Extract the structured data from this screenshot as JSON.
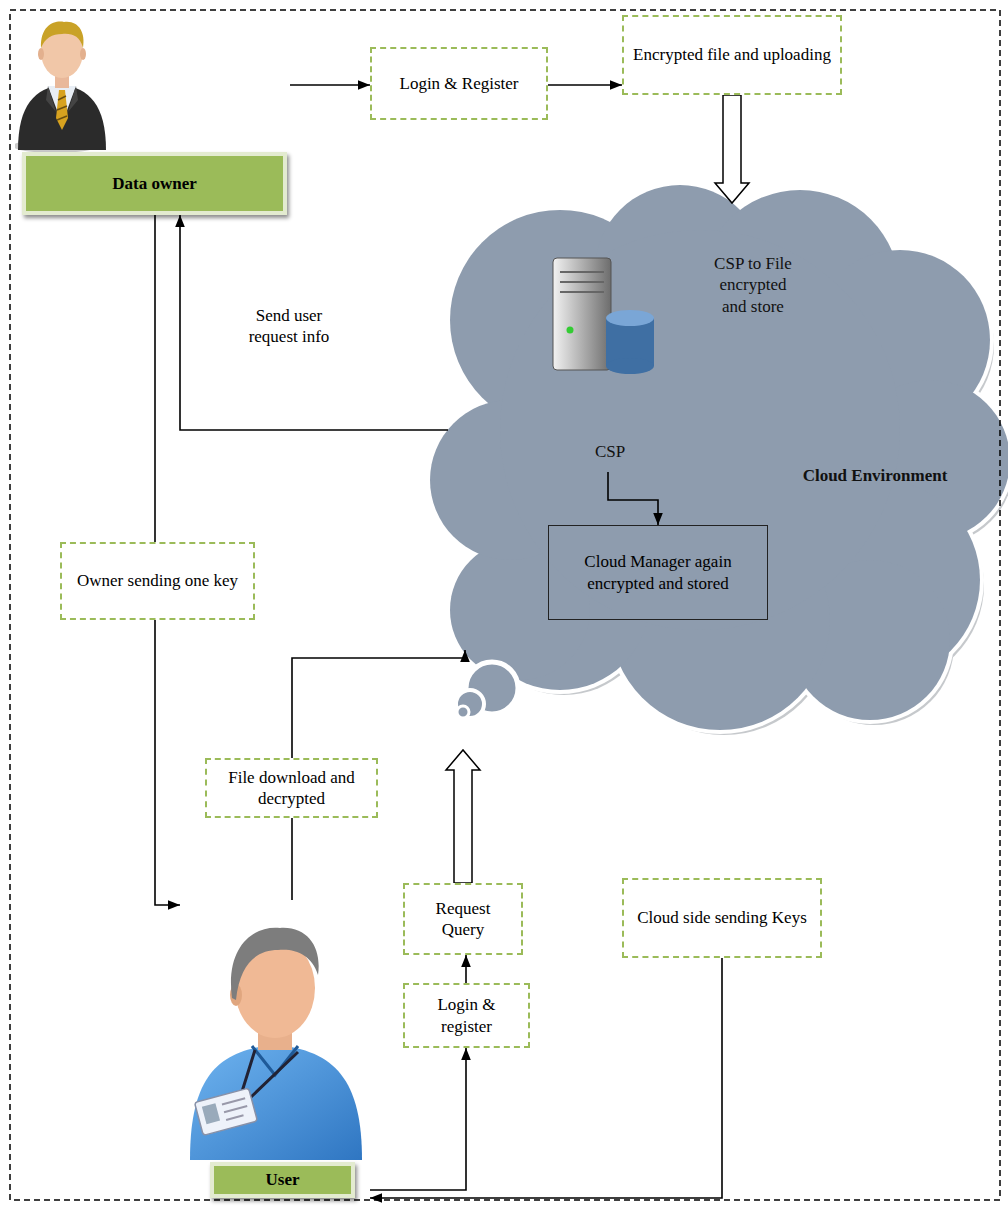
{
  "diagram": {
    "nodes": [
      {
        "text": [
          "Data owner"
        ]
      },
      {
        "text": [
          "Login & Register"
        ]
      },
      {
        "text": [
          "Encrypted file and uploading"
        ]
      },
      {
        "text": [
          "CSP to File encrypted and store",
          "CSP",
          "Cloud Environment"
        ]
      },
      {
        "text": [
          "Cloud Manager again encrypted and stored"
        ],
        "in": 3
      },
      {
        "text": [
          "Owner sending one key"
        ]
      },
      {
        "text": [
          "File download and decrypted"
        ]
      },
      {
        "text": [
          "Request Query"
        ]
      },
      {
        "text": [
          "Cloud side sending Keys"
        ]
      },
      {
        "text": [
          "Login & register"
        ]
      },
      {
        "text": [
          "User"
        ]
      }
    ],
    "edges": [
      {
        "from": 0,
        "to": 1,
        "arrow": "to"
      },
      {
        "from": 1,
        "to": 2,
        "arrow": "to"
      },
      {
        "from": 2,
        "to": 3,
        "arrow": "to"
      },
      {
        "from": 3,
        "to": 0,
        "arrow": "to",
        "label": "Send user request info"
      },
      {
        "from": 3,
        "to": 4,
        "arrow": "to"
      },
      {
        "from": 0,
        "to": 5,
        "arrow": "none"
      },
      {
        "from": 5,
        "to": 10,
        "arrow": "to"
      },
      {
        "from": 10,
        "to": 6,
        "arrow": "none"
      },
      {
        "from": 6,
        "to": 3,
        "arrow": "to"
      },
      {
        "from": 10,
        "to": 9,
        "arrow": "to"
      },
      {
        "from": 9,
        "to": 7,
        "arrow": "to"
      },
      {
        "from": 7,
        "to": 3,
        "arrow": "to"
      },
      {
        "from": 8,
        "to": 10,
        "arrow": "to"
      }
    ]
  }
}
